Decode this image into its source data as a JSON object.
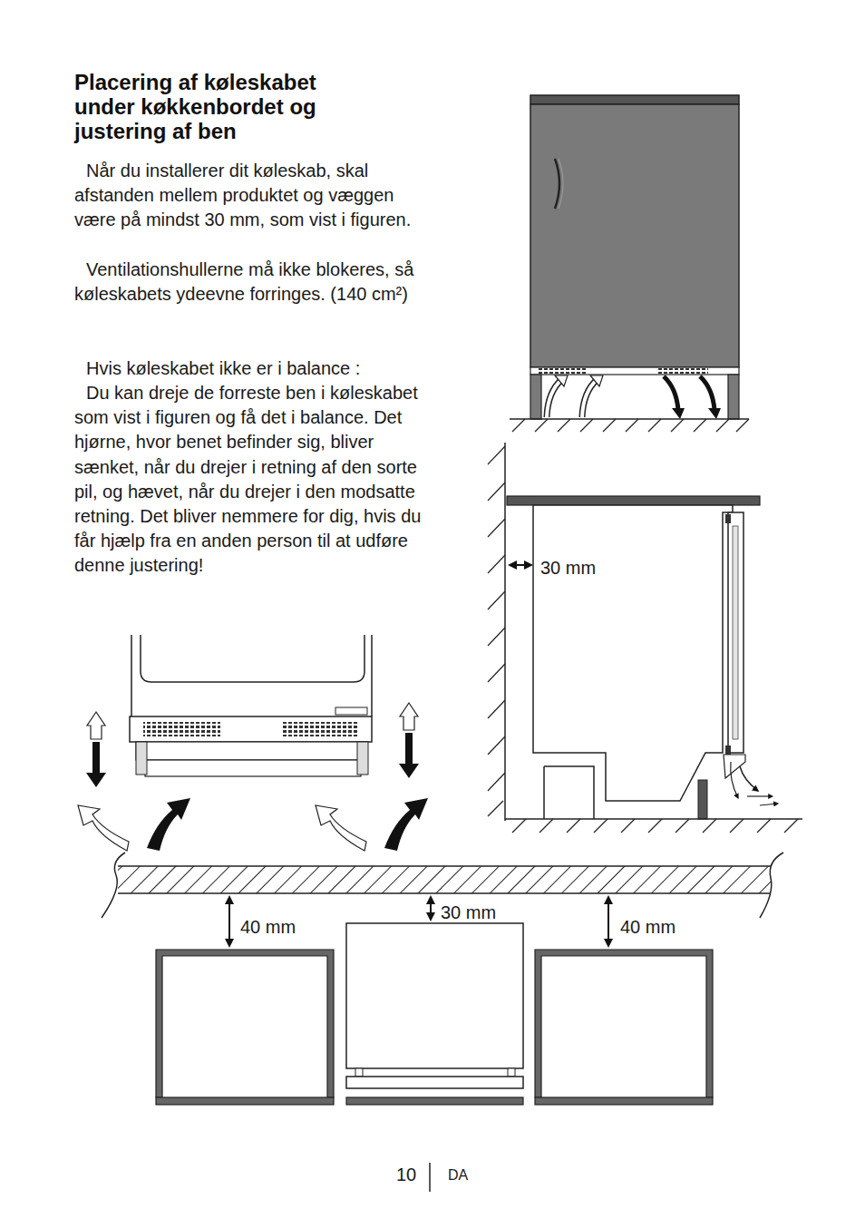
{
  "diagram": {
    "title": "Placering af køleskabet under køkkenbordet og justering af ben",
    "labels": [
      "Når du installerer dit køleskab, skal afstanden mellem produktet og væggen være på mindst 30 mm, som vist i figuren.",
      "Ventilationshullerne må ikke blokeres, så køleskabets ydeevne forringes. (140 cm²)",
      "Hvis køleskabet ikke er i balance :",
      "Du kan dreje de forreste ben i køleskabet som vist i figuren og få det i balance. Det hjørne, hvor benet befinder sig, bliver sænket, når du drejer i retning af den sorte pil, og hævet, når du drejer i den modsatte retning. Det bliver nemmere for dig, hvis du får hjælp fra en anden person til at udføre denne justering!",
      "30 mm",
      "40 mm",
      "30 mm",
      "40 mm",
      "10",
      "DA"
    ]
  }
}
